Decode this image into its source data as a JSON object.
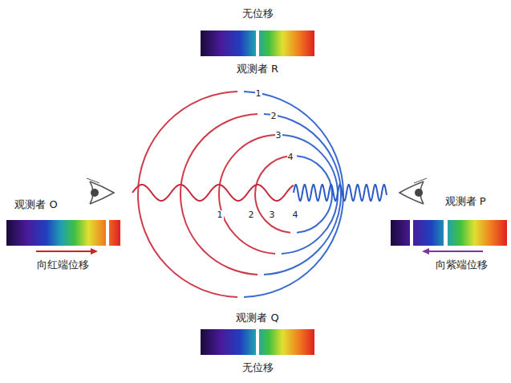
{
  "diagram": {
    "labels": [
      "无位移",
      "观测者 R",
      "1",
      "2",
      "3",
      "4",
      "观测者 O",
      "向红端位移",
      "观测者 P",
      "向紫端位移",
      "1",
      "2",
      "3",
      "4",
      "观测者 Q",
      "无位移"
    ]
  }
}
